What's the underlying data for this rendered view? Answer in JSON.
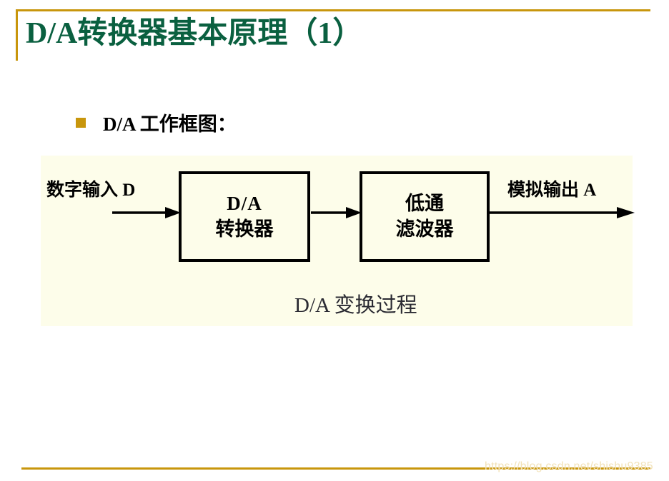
{
  "slide": {
    "title": "D/A转换器基本原理（1）",
    "accent_color": "#c8960c",
    "title_color": "#0a6040",
    "panel_color": "#fdfdea"
  },
  "bullet": {
    "marker_icon": "square-bullet-icon",
    "text": "D/A 工作框图："
  },
  "diagram": {
    "input_label": "数字输入 D",
    "output_label": "模拟输出 A",
    "caption": "D/A   变换过程",
    "blocks": [
      {
        "id": "dac",
        "line1": "D/A",
        "line2": "转换器"
      },
      {
        "id": "lpf",
        "line1": "低通",
        "line2": "滤波器"
      }
    ],
    "arrows": [
      {
        "id": "arrow-in",
        "name": "input-arrow"
      },
      {
        "id": "arrow-mid",
        "name": "interstage-arrow"
      },
      {
        "id": "arrow-out",
        "name": "output-arrow"
      }
    ]
  },
  "watermark": {
    "text": "https://blog.csdn.net/shishu9385"
  }
}
